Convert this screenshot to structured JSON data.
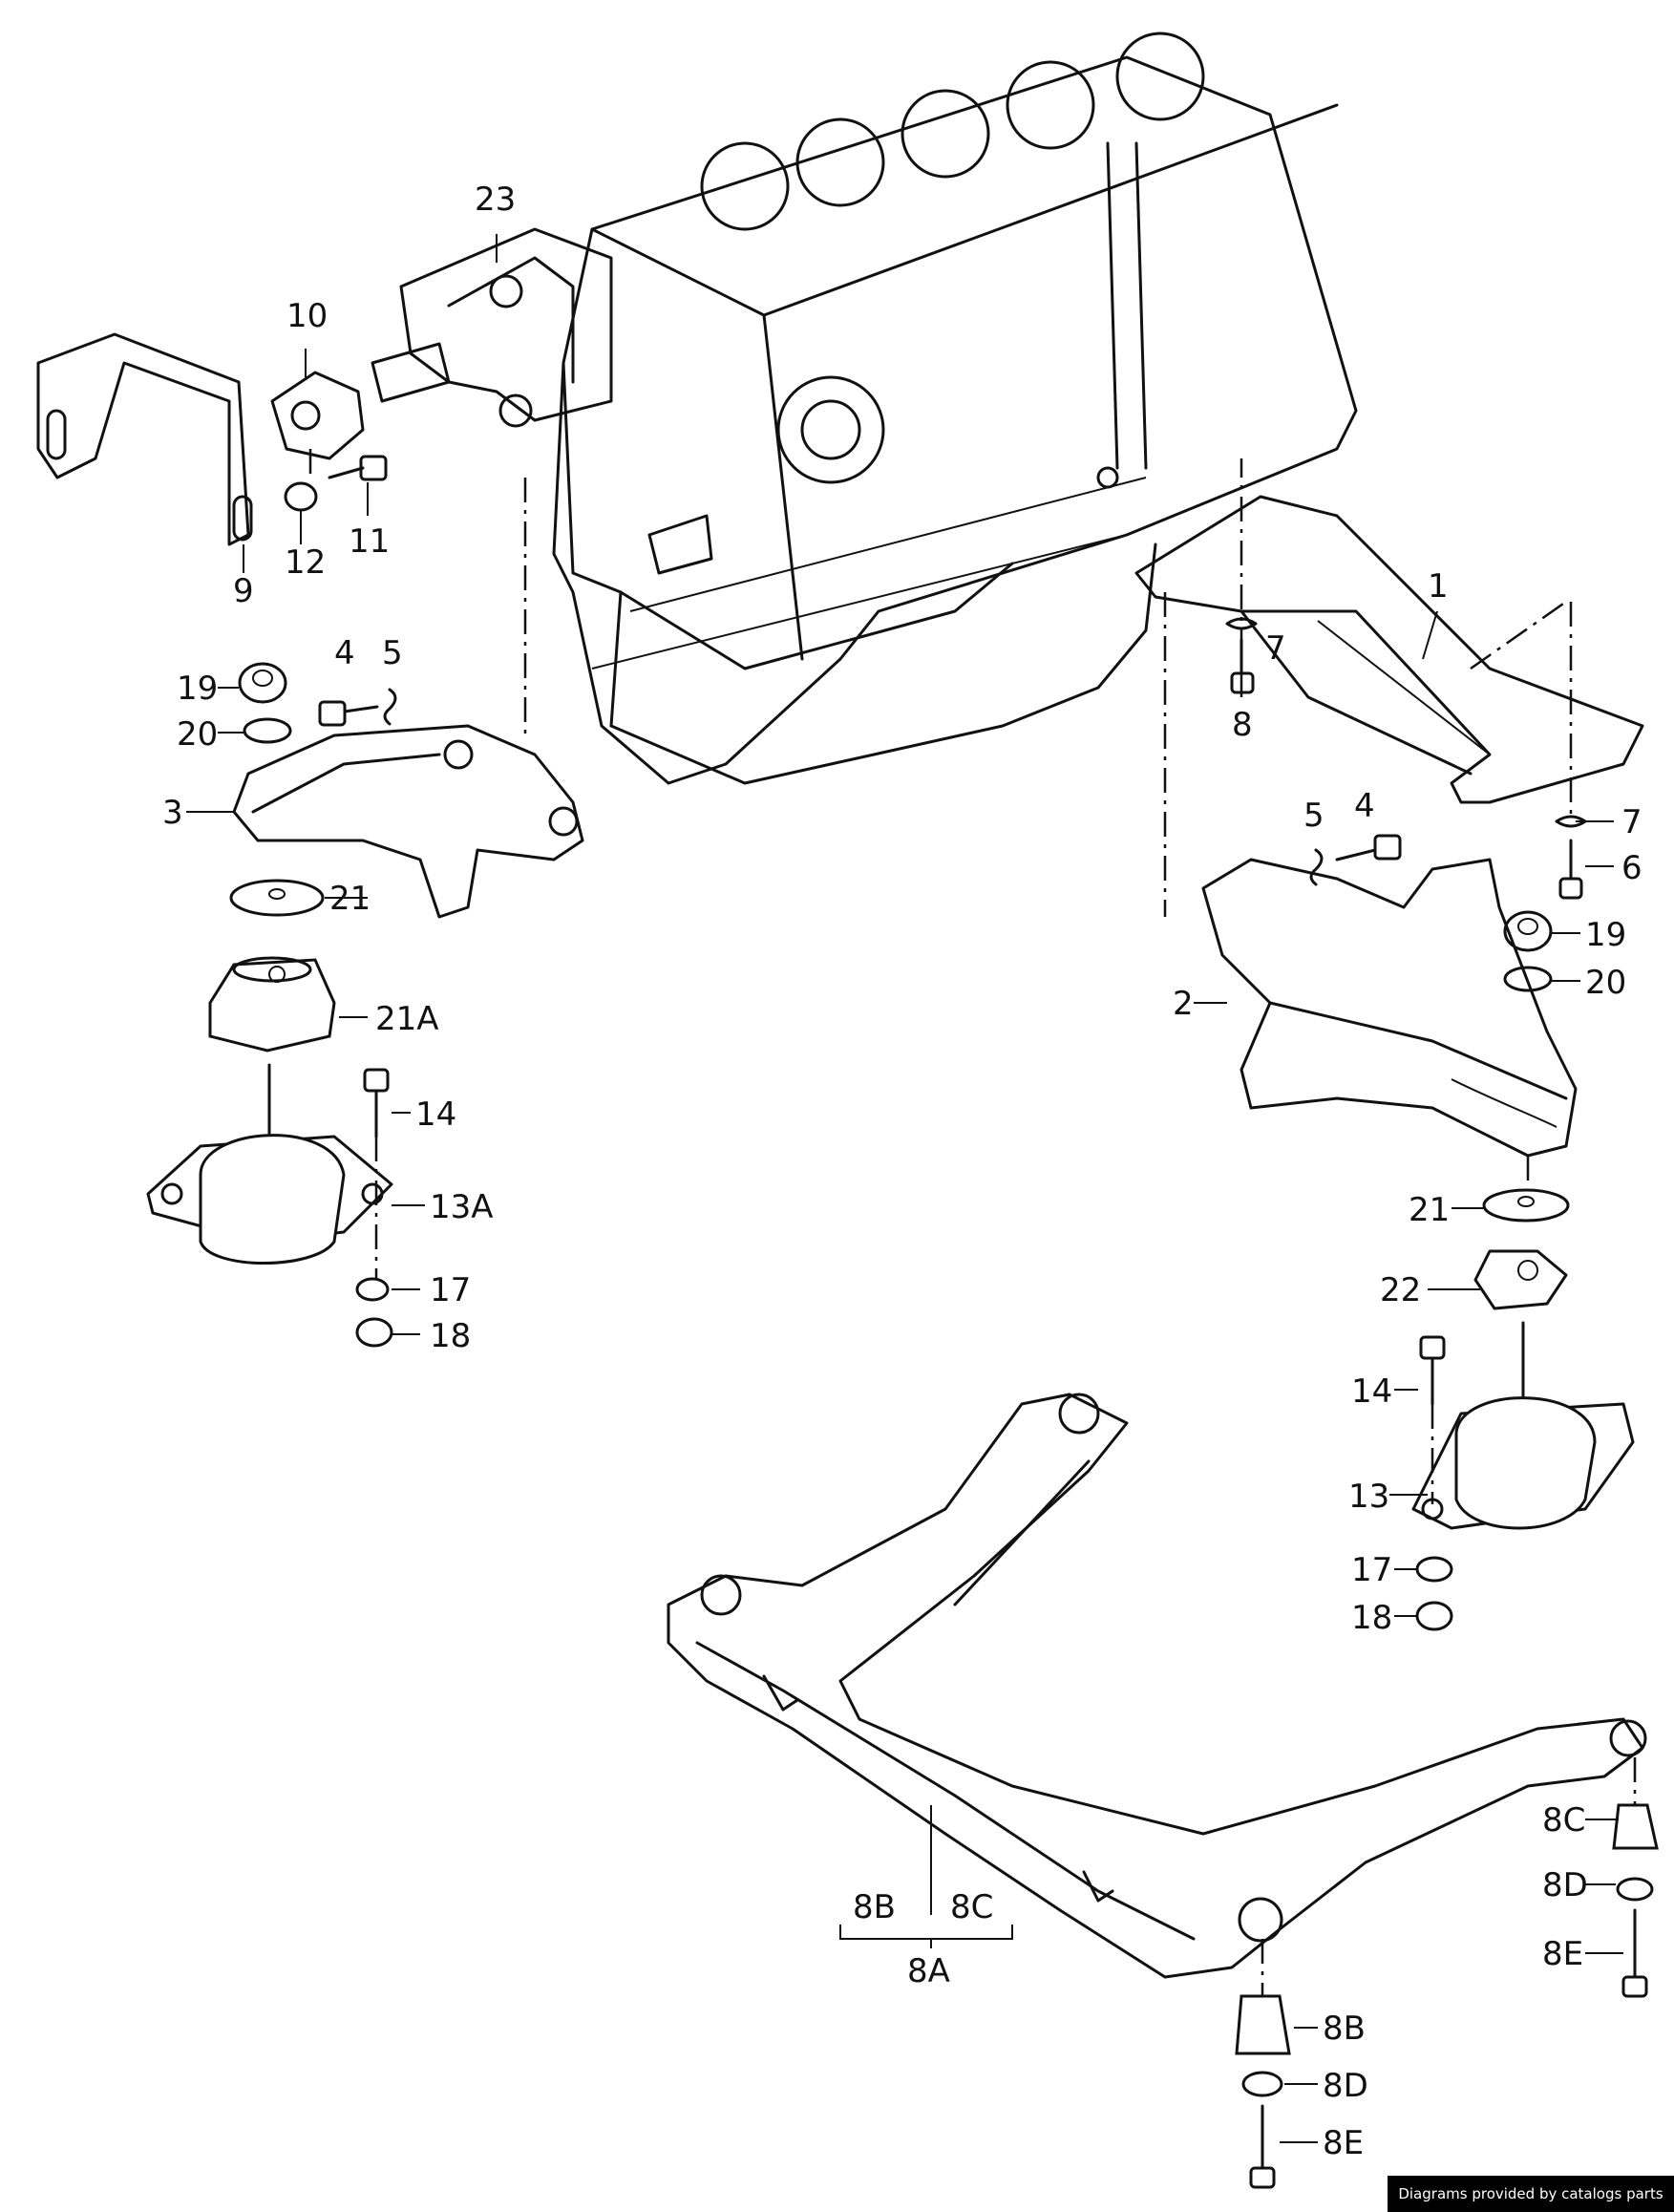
{
  "credit": "Diagrams provided by catalogs parts",
  "labels": {
    "l23": "23",
    "l10": "10",
    "l9": "9",
    "l12": "12",
    "l11": "11",
    "l1": "1",
    "l7a": "7",
    "l8": "8",
    "l19a": "19",
    "l20a": "20",
    "l4a": "4",
    "l5a": "5",
    "l3": "3",
    "l21a": "21",
    "l21A": "21A",
    "l14a": "14",
    "l13A": "13A",
    "l17a": "17",
    "l18a": "18",
    "l5b": "5",
    "l4b": "4",
    "l7b": "7",
    "l6": "6",
    "l19b": "19",
    "l20b": "20",
    "l2": "2",
    "l21b": "21",
    "l22": "22",
    "l14b": "14",
    "l13": "13",
    "l17b": "17",
    "l18b": "18",
    "l8C": "8C",
    "l8D": "8D",
    "l8E": "8E",
    "l8Bl": "8B",
    "l8Cl": "8C",
    "l8A": "8A",
    "l8Bb": "8B",
    "l8Db": "8D",
    "l8Eb": "8E"
  }
}
